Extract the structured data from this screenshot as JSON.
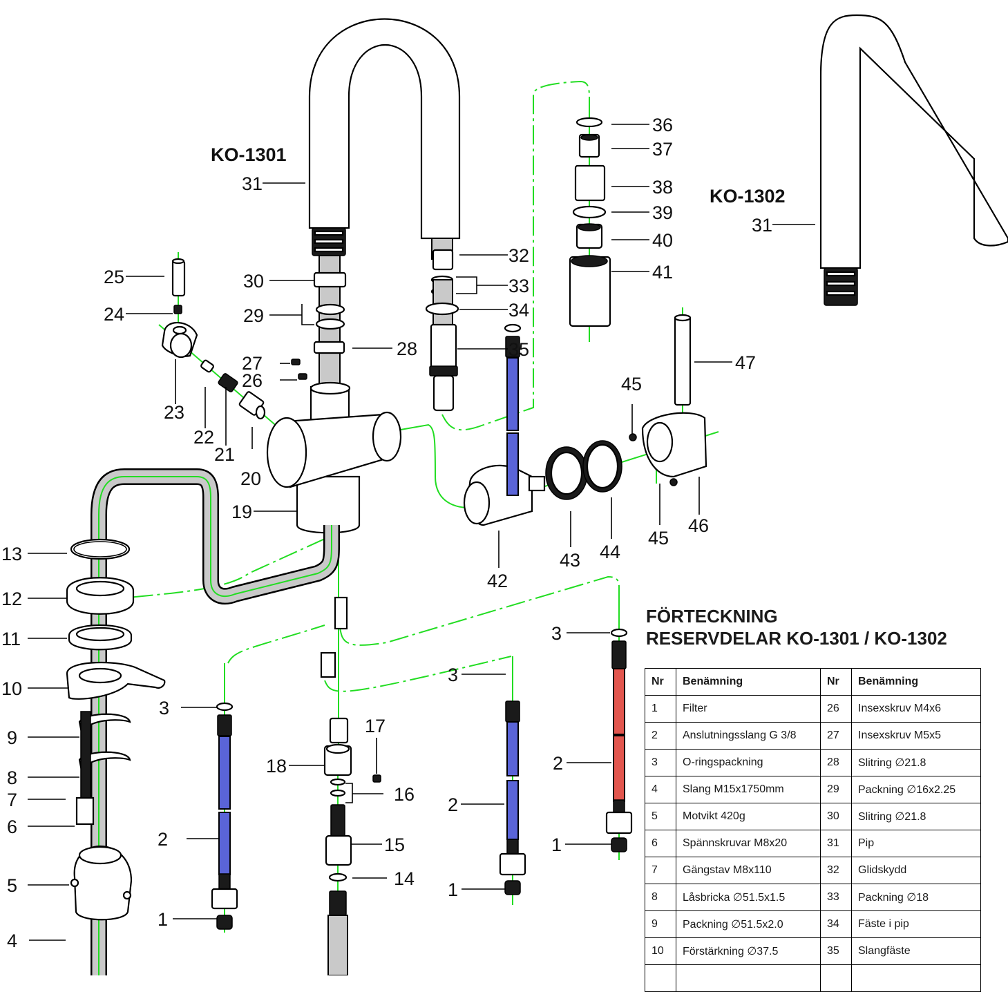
{
  "models": {
    "left": "KO-1301",
    "right": "KO-1302"
  },
  "callouts": [
    "1",
    "2",
    "3",
    "4",
    "5",
    "6",
    "7",
    "8",
    "9",
    "10",
    "11",
    "12",
    "13",
    "14",
    "15",
    "16",
    "17",
    "18",
    "19",
    "20",
    "21",
    "22",
    "23",
    "24",
    "25",
    "26",
    "27",
    "28",
    "29",
    "30",
    "31",
    "32",
    "33",
    "34",
    "35",
    "36",
    "37",
    "38",
    "39",
    "40",
    "41",
    "42",
    "43",
    "44",
    "45",
    "46",
    "47"
  ],
  "title": {
    "line1": "FÖRTECKNING",
    "line2": "RESERVDELAR KO-1301 / KO-1302"
  },
  "table": {
    "headers": [
      "Nr",
      "Benämning",
      "Nr",
      "Benämning"
    ],
    "rows": [
      [
        "1",
        "Filter",
        "26",
        "Insexskruv M4x6"
      ],
      [
        "2",
        "Anslutningsslang G 3/8",
        "27",
        "Insexskruv M5x5"
      ],
      [
        "3",
        "O-ringspackning",
        "28",
        "Slitring ∅21.8"
      ],
      [
        "4",
        "Slang M15x1750mm",
        "29",
        "Packning ∅16x2.25"
      ],
      [
        "5",
        "Motvikt 420g",
        "30",
        "Slitring ∅21.8"
      ],
      [
        "6",
        "Spännskruvar M8x20",
        "31",
        "Pip"
      ],
      [
        "7",
        "Gängstav M8x110",
        "32",
        "Glidskydd"
      ],
      [
        "8",
        "Låsbricka ∅51.5x1.5",
        "33",
        "Packning ∅18"
      ],
      [
        "9",
        "Packning ∅51.5x2.0",
        "34",
        "Fäste i pip"
      ],
      [
        "10",
        "Förstärkning ∅37.5",
        "35",
        "Slangfäste"
      ],
      [
        "",
        "",
        "",
        ""
      ]
    ]
  }
}
